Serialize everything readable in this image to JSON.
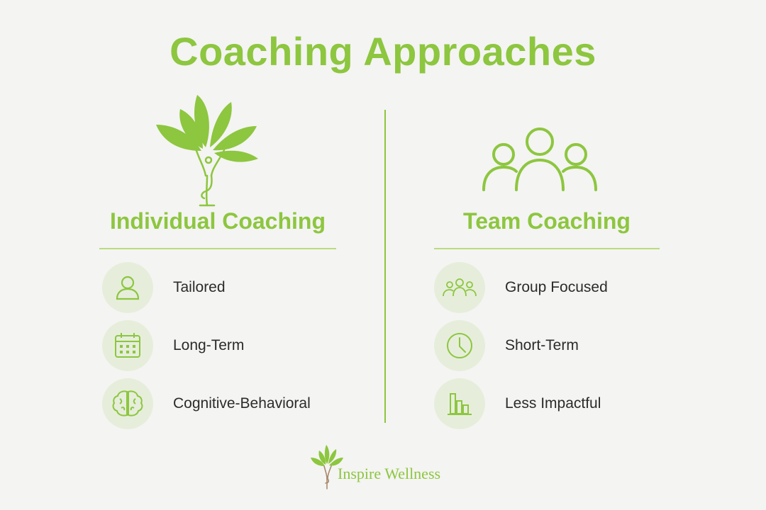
{
  "title": "Coaching Approaches",
  "colors": {
    "accent": "#8dc63f",
    "circle_bg": "#e6eedb",
    "text": "#2b2b2b",
    "background": "#f4f4f2"
  },
  "left": {
    "heading": "Individual Coaching",
    "hero_icon": "tree-person-icon",
    "features": [
      {
        "label": "Tailored",
        "icon": "person-icon"
      },
      {
        "label": "Long-Term",
        "icon": "calendar-icon"
      },
      {
        "label": "Cognitive-Behavioral",
        "icon": "brain-icon"
      }
    ]
  },
  "right": {
    "heading": "Team Coaching",
    "hero_icon": "group-icon",
    "features": [
      {
        "label": "Group Focused",
        "icon": "group-small-icon"
      },
      {
        "label": "Short-Term",
        "icon": "clock-icon"
      },
      {
        "label": "Less Impactful",
        "icon": "bar-chart-icon"
      }
    ]
  },
  "brand": {
    "name": "Inspire Wellness",
    "icon": "tree-logo-icon"
  }
}
